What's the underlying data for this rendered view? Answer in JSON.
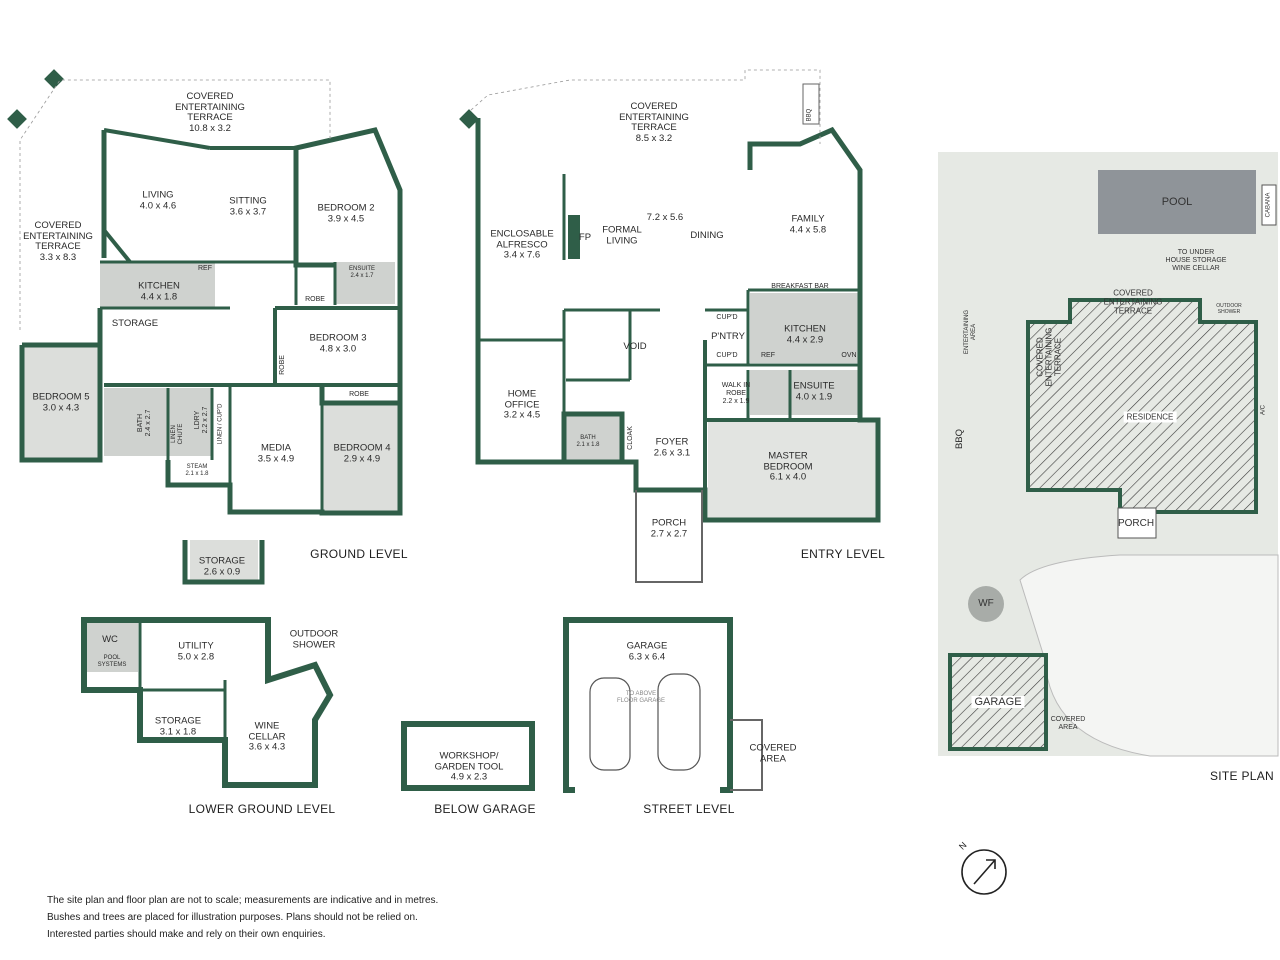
{
  "ground_level": {
    "title": "GROUND LEVEL",
    "rooms": {
      "terrace_top": "COVERED\nENTERTAINING\nTERRACE\n10.8 x 3.2",
      "terrace_left": "COVERED\nENTERTAINING\nTERRACE\n3.3 x 8.3",
      "living": "LIVING\n4.0 x 4.6",
      "sitting": "SITTING\n3.6 x 3.7",
      "bedroom2": "BEDROOM 2\n3.9 x 4.5",
      "kitchen": "KITCHEN\n4.4 x 1.8",
      "ref": "REF",
      "ensuite": "ENSUITE\n2.4 x 1.7",
      "robe1": "ROBE",
      "storage": "STORAGE",
      "bedroom3": "BEDROOM 3\n4.8 x 3.0",
      "robe2": "ROBE",
      "bedroom5": "BEDROOM 5\n3.0 x 4.3",
      "bath": "BATH\n2.4 x 2.7",
      "linen_chute": "LINEN\nCHUTE",
      "ldry": "LDRY\n2.2 x 2.7",
      "linen_cupd": "LINEN / CUP'D",
      "steam": "STEAM\n2.1 x 1.8",
      "media": "MEDIA\n3.5 x 4.9",
      "robe3": "ROBE",
      "bedroom4": "BEDROOM 4\n2.9 x 4.9",
      "storage2": "STORAGE\n2.6 x 0.9"
    }
  },
  "entry_level": {
    "title": "ENTRY LEVEL",
    "rooms": {
      "terrace": "COVERED\nENTERTAINING\nTERRACE\n8.5 x 3.2",
      "bbq": "BBQ",
      "alfresco": "ENCLOSABLE\nALFRESCO\n3.4 x 7.6",
      "fp": "FP",
      "formal_living": "FORMAL\nLIVING",
      "dining_dim": "7.2 x 5.6",
      "dining": "DINING",
      "family": "FAMILY\n4.4 x 5.8",
      "breakfast_bar": "BREAKFAST BAR",
      "cupd1": "CUP'D",
      "pntry": "P'NTRY",
      "cupd2": "CUP'D",
      "kitchen": "KITCHEN\n4.4 x 2.9",
      "ref": "REF",
      "ovn": "OVN",
      "void": "VOID",
      "home_office": "HOME\nOFFICE\n3.2 x 4.5",
      "walk_in_robe": "WALK IN\nROBE\n2.2 x 1.9",
      "ensuite": "ENSUITE\n4.0 x 1.9",
      "bath": "BATH\n2.1 x 1.8",
      "cloak": "CLOAK",
      "foyer": "FOYER\n2.6 x 3.1",
      "master": "MASTER\nBEDROOM\n6.1 x 4.0",
      "porch": "PORCH\n2.7 x 2.7"
    }
  },
  "lower_ground": {
    "title": "LOWER GROUND LEVEL",
    "rooms": {
      "wc": "WC",
      "pool_systems": "POOL\nSYSTEMS",
      "utility": "UTILITY\n5.0 x 2.8",
      "outdoor_shower": "OUTDOOR\nSHOWER",
      "storage": "STORAGE\n3.1 x 1.8",
      "wine_cellar": "WINE\nCELLAR\n3.6 x 4.3"
    }
  },
  "below_garage": {
    "title": "BELOW GARAGE",
    "rooms": {
      "workshop": "WORKSHOP/\nGARDEN TOOL\n4.9 x 2.3"
    }
  },
  "street_level": {
    "title": "STREET LEVEL",
    "rooms": {
      "garage": "GARAGE\n6.3 x 6.4",
      "covered_area": "COVERED\nAREA",
      "note": "TO ABOVE\nFLOOR GARAGE"
    }
  },
  "site_plan": {
    "title": "SITE PLAN",
    "labels": {
      "pool": "POOL",
      "cabana": "CABANA",
      "under_house": "TO UNDER\nHOUSE STORAGE\nWINE CELLAR",
      "covered_terrace": "COVERED\nENTERTAINING\nTERRACE",
      "outdoor_shower": "OUTDOOR\nSHOWER",
      "entertaining_area": "ENTERTAINING\nAREA",
      "covered_terrace_vert": "COVERED\nENTERTAINING\nTERRACE",
      "residence": "RESIDENCE",
      "ac": "A/C",
      "bbq": "BBQ",
      "porch": "PORCH",
      "wf": "WF",
      "garage": "GARAGE",
      "covered_area": "COVERED\nAREA"
    }
  },
  "compass": {
    "label": "N"
  },
  "notes": [
    "The site plan and floor plan are not to scale; measurements are indicative and in metres.",
    "Bushes and trees are placed for illustration purposes. Plans should not be relied on.",
    "Interested parties should make and rely on their own enquiries."
  ],
  "colors": {
    "wall": "#2f5e48",
    "wet": "#c9cbc8",
    "lawn": "#e6e9e4",
    "pool": "#8f9499",
    "hatch": "#3a3a3a"
  }
}
